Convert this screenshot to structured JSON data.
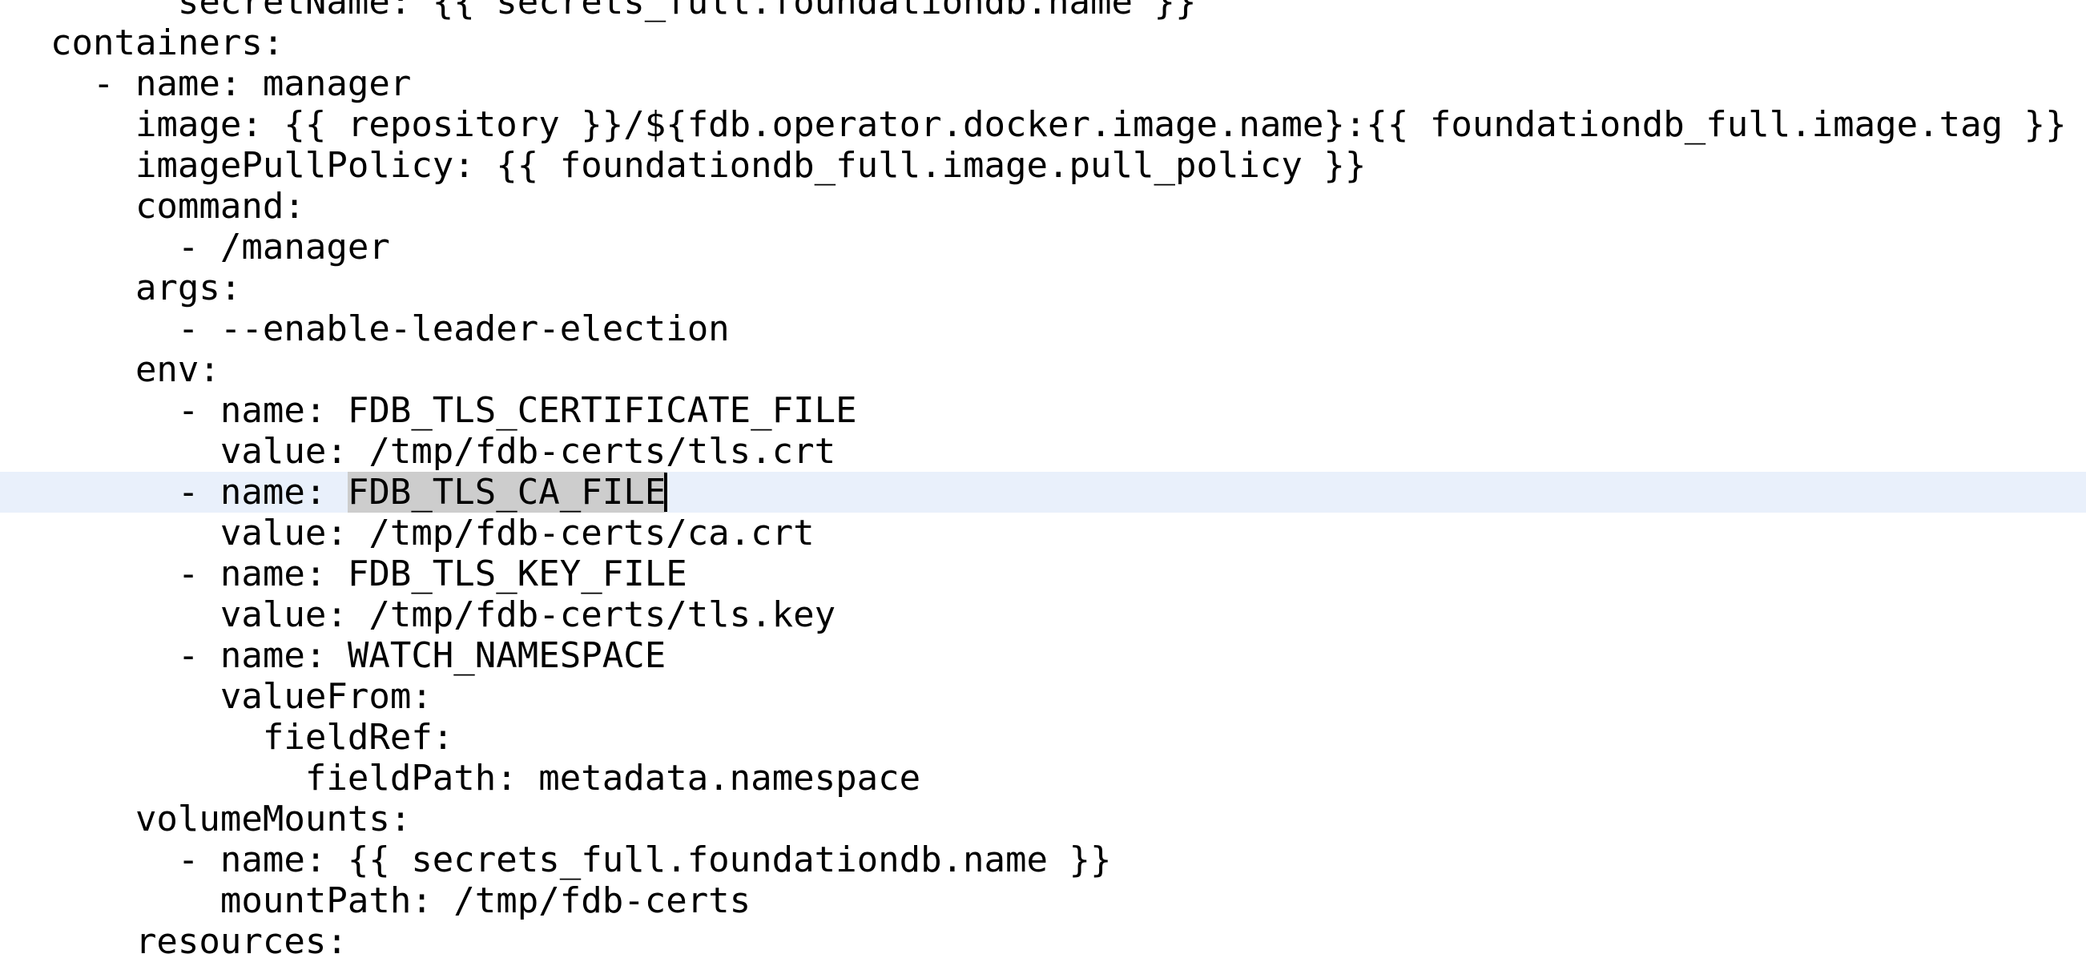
{
  "app": {
    "type": "code-editor-viewport",
    "language": "yaml"
  },
  "colors": {
    "background": "#ffffff",
    "text": "#000000",
    "current_line_highlight": "#e9f0fb",
    "selection_background": "#cdcdcd",
    "cursor": "#000000"
  },
  "editor": {
    "lines": [
      {
        "text": "        secretName: {{ secrets_full.foundationdb.name }}"
      },
      {
        "text": "  containers:"
      },
      {
        "text": "    - name: manager"
      },
      {
        "text": "      image: {{ repository }}/${fdb.operator.docker.image.name}:{{ foundationdb_full.image.tag }}"
      },
      {
        "text": "      imagePullPolicy: {{ foundationdb_full.image.pull_policy }}"
      },
      {
        "text": "      command:"
      },
      {
        "text": "        - /manager"
      },
      {
        "text": "      args:"
      },
      {
        "text": "        - --enable-leader-election"
      },
      {
        "text": "      env:"
      },
      {
        "text": "        - name: FDB_TLS_CERTIFICATE_FILE"
      },
      {
        "text": "          value: /tmp/fdb-certs/tls.crt"
      },
      {
        "before": "        - name: ",
        "selected": "FDB_TLS_CA_FILE",
        "after": "",
        "current": true,
        "cursor": true
      },
      {
        "text": "          value: /tmp/fdb-certs/ca.crt"
      },
      {
        "text": "        - name: FDB_TLS_KEY_FILE"
      },
      {
        "text": "          value: /tmp/fdb-certs/tls.key"
      },
      {
        "text": "        - name: WATCH_NAMESPACE"
      },
      {
        "text": "          valueFrom:"
      },
      {
        "text": "            fieldRef:"
      },
      {
        "text": "              fieldPath: metadata.namespace"
      },
      {
        "text": "      volumeMounts:"
      },
      {
        "text": "        - name: {{ secrets_full.foundationdb.name }}"
      },
      {
        "text": "          mountPath: /tmp/fdb-certs"
      },
      {
        "text": "      resources:"
      }
    ]
  }
}
